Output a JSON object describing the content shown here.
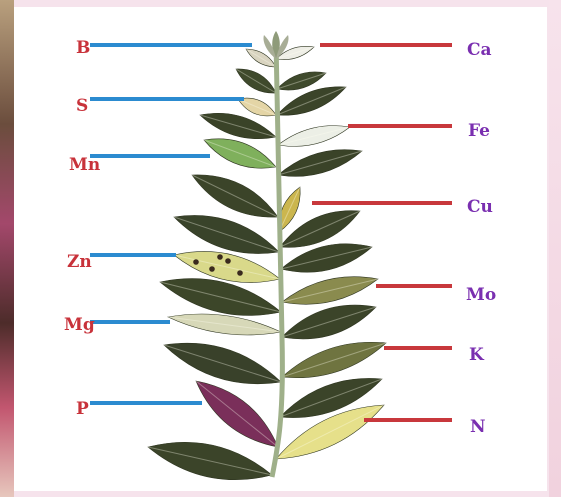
{
  "colors": {
    "left_line": "#2b8bd0",
    "right_line": "#c8383c",
    "left_text": "#c8323a",
    "right_text": "#7a2fb0",
    "stem": "#9fb08a"
  },
  "left_labels": [
    {
      "key": "b",
      "text": "B"
    },
    {
      "key": "s",
      "text": "S"
    },
    {
      "key": "mn",
      "text": "Mn"
    },
    {
      "key": "zn",
      "text": "Zn"
    },
    {
      "key": "mg",
      "text": "Mg"
    },
    {
      "key": "p",
      "text": "P"
    }
  ],
  "right_labels": [
    {
      "key": "ca",
      "text": "Ca"
    },
    {
      "key": "fe",
      "text": "Fe"
    },
    {
      "key": "cu",
      "text": "Cu"
    },
    {
      "key": "mo",
      "text": "Mo"
    },
    {
      "key": "k",
      "text": "K"
    },
    {
      "key": "n",
      "text": "N"
    }
  ]
}
